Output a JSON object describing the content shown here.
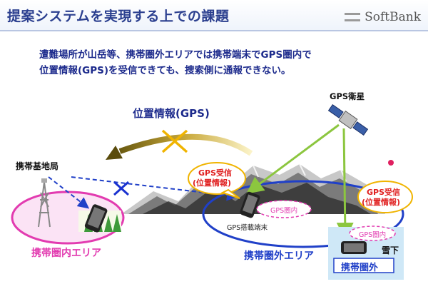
{
  "slide": {
    "title": "提案システムを実現する上での課題",
    "brand": "SoftBank",
    "lead_lines": [
      "遭難場所が山岳等、携帯圏外エリアでは携帯端末でGPS圏内で",
      "位置情報(GPS)を受信できても、捜索側に通報できない。"
    ]
  },
  "diagram": {
    "location_info_label": "位置情報(GPS)",
    "gps_satellite_label": "GPS衛星",
    "base_station_label": "携帯基地局",
    "in_area_label": "携帯圏内エリア",
    "out_area_label": "携帯圏外エリア",
    "gps_receive_1": "GPS受信",
    "gps_receive_1_sub": "(位置情報)",
    "gps_receive_2": "GPS受信",
    "gps_receive_2_sub": "(位置情報)",
    "gps_zone_1": "GPS圏内",
    "gps_zone_2": "GPS圏内",
    "gps_terminal_label": "GPS搭載端末",
    "under_snow_label": "雪下",
    "out_of_range_box": "携帯圏外"
  },
  "colors": {
    "title": "#2b3f8f",
    "lead": "#1c2a8c",
    "in_area": "#e23bb0",
    "out_area": "#2040c8",
    "gps_receive": "#e02020",
    "gps_zone": "#e23bb0",
    "x_mark_yellow": "#f0b400",
    "x_mark_blue": "#1a32d0",
    "arrow_green": "#8cc63f",
    "arrow_dashed": "#2040c8"
  }
}
